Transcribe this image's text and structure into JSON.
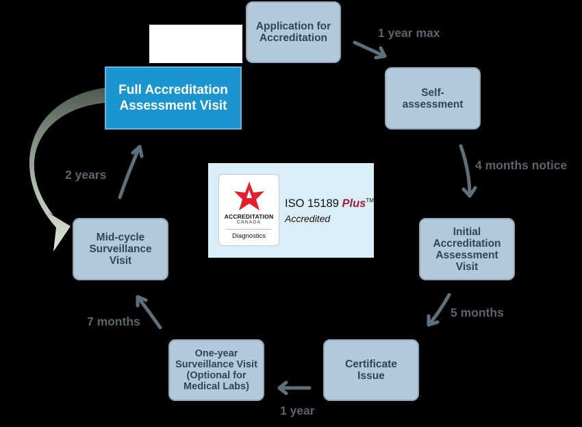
{
  "nodes": {
    "application": "Application for Accreditation",
    "self_assessment": "Self-assessment",
    "initial_visit": "Initial Accreditation Assessment Visit",
    "certificate": "Certificate Issue",
    "one_year_visit": "One-year Surveillance Visit (Optional for Medical Labs)",
    "mid_cycle": "Mid-cycle Surveillance Visit",
    "full_visit": "Full Accreditation Assessment Visit"
  },
  "labels": {
    "one_year_max": "1 year max",
    "four_months_notice": "4 months notice",
    "five_months": "5 months",
    "one_year": "1 year",
    "seven_months": "7 months",
    "two_years": "2 years"
  },
  "logo": {
    "org_line1": "ACCREDITATION",
    "org_line2": "CANADA",
    "program": "Diagnostics",
    "standard": "ISO 15189",
    "plus": "Plus",
    "tm": "TM",
    "status": "Accredited"
  },
  "colors": {
    "background": "#000000",
    "node_fill": "#b3c8d8",
    "node_text": "#2d4656",
    "highlight_fill": "#1a95cf",
    "arrow": "#5d707c",
    "label_text": "#59646b",
    "brand_red": "#e31e2d"
  }
}
